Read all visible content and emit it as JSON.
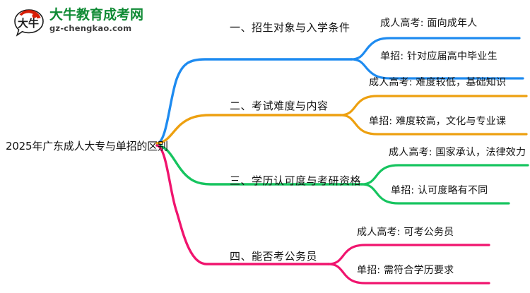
{
  "logo": {
    "mark_icon": "speech-bubble-logo-icon",
    "brand_name": "大牛教育成考网",
    "domain": "gz-chengkao.com",
    "brand_color": "#0f8a34",
    "accent_color": "#d81e06"
  },
  "mindmap": {
    "root": {
      "label": "2025年广东成人大专与单招的区别"
    },
    "branches": [
      {
        "id": "branch-1",
        "label": "一、招生对象与入学条件",
        "color": "#1e8bf0",
        "children": [
          {
            "label": "成人高考: 面向成年人"
          },
          {
            "label": "单招: 针对应届高中毕业生"
          }
        ]
      },
      {
        "id": "branch-2",
        "label": "二、考试难度与内容",
        "color": "#eda010",
        "children": [
          {
            "label": "成人高考: 难度较低，基础知识"
          },
          {
            "label": "单招: 难度较高，文化与专业课"
          }
        ]
      },
      {
        "id": "branch-3",
        "label": "三、学历认可度与考研资格",
        "color": "#16c45f",
        "children": [
          {
            "label": "成人高考: 国家承认，法律效力"
          },
          {
            "label": "单招: 认可度略有不同"
          }
        ]
      },
      {
        "id": "branch-4",
        "label": "四、能否考公务员",
        "color": "#f0146e",
        "children": [
          {
            "label": "成人高考: 可考公务员"
          },
          {
            "label": "单招: 需符合学历要求"
          }
        ]
      }
    ]
  }
}
